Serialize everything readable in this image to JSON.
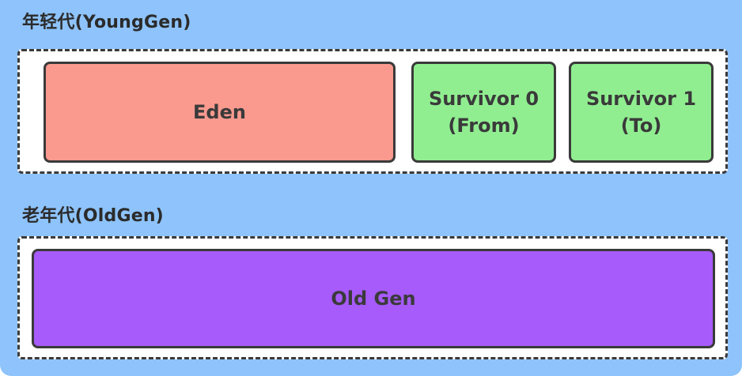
{
  "young_generation": {
    "title": "年轻代(YoungGen)",
    "eden": {
      "label": "Eden"
    },
    "survivor_0": {
      "line1": "Survivor 0",
      "line2": "(From)"
    },
    "survivor_1": {
      "line1": "Survivor 1",
      "line2": "(To)"
    }
  },
  "old_generation": {
    "title": "老年代(OldGen)",
    "old_gen": {
      "label": "Old Gen"
    }
  },
  "colors": {
    "background": "#8ec3fb",
    "eden": "#fa9a8f",
    "survivor": "#90ee90",
    "old_gen": "#a75bfa"
  }
}
